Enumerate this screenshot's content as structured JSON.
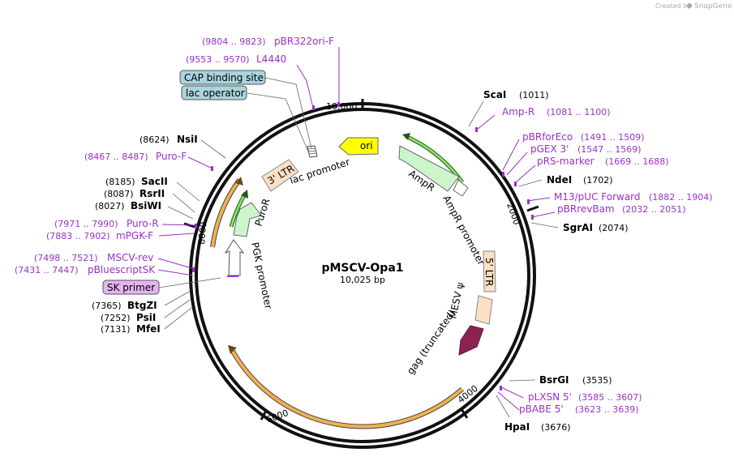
{
  "watermark": {
    "prefix": "Created by",
    "brand": "SnapGene"
  },
  "plasmid": {
    "name": "pMSCV-Opa1",
    "length": "10,025 bp"
  },
  "ticks": [
    "2000",
    "4000",
    "6000",
    "8000",
    "10,000"
  ],
  "enzymes": [
    {
      "name": "ScaI",
      "pos": "(1011)"
    },
    {
      "name": "NdeI",
      "pos": "(1702)"
    },
    {
      "name": "SgrAI",
      "pos": "(2074)"
    },
    {
      "name": "BsrGI",
      "pos": "(3535)"
    },
    {
      "name": "HpaI",
      "pos": "(3676)"
    },
    {
      "name": "MfeI",
      "pos": "(7131)"
    },
    {
      "name": "PsiI",
      "pos": "(7252)"
    },
    {
      "name": "BtgZI",
      "pos": "(7365)"
    },
    {
      "name": "BsiWI",
      "pos": "(8027)"
    },
    {
      "name": "RsrII",
      "pos": "(8087)"
    },
    {
      "name": "SacII",
      "pos": "(8185)"
    },
    {
      "name": "NsiI",
      "pos": "(8624)"
    }
  ],
  "primers": [
    {
      "name": "pBR322ori-F",
      "pos": "(9804 .. 9823)"
    },
    {
      "name": "L4440",
      "pos": "(9553 .. 9570)"
    },
    {
      "name": "Amp-R",
      "pos": "(1081 .. 1100)"
    },
    {
      "name": "pBRforEco",
      "pos": "(1491 .. 1509)"
    },
    {
      "name": "pGEX 3'",
      "pos": "(1547 .. 1569)"
    },
    {
      "name": "pRS-marker",
      "pos": "(1669 .. 1688)"
    },
    {
      "name": "M13/pUC Forward",
      "pos": "(1882 .. 1904)"
    },
    {
      "name": "pBRrevBam",
      "pos": "(2032 .. 2051)"
    },
    {
      "name": "pLXSN 5'",
      "pos": "(3585 .. 3607)"
    },
    {
      "name": "pBABE 5'",
      "pos": "(3623 .. 3639)"
    },
    {
      "name": "Puro-F",
      "pos": "(8467 .. 8487)"
    },
    {
      "name": "Puro-R",
      "pos": "(7971 .. 7990)"
    },
    {
      "name": "mPGK-F",
      "pos": "(7883 .. 7902)"
    },
    {
      "name": "MSCV-rev",
      "pos": "(7498 .. 7521)"
    },
    {
      "name": "pBluescriptSK",
      "pos": "(7431 .. 7447)"
    }
  ],
  "boxed_features": [
    {
      "name": "CAP binding site",
      "color": "#a8d4de"
    },
    {
      "name": "lac operator",
      "color": "#a8d4de"
    },
    {
      "name": "SK primer",
      "color": "#e4b5f0"
    }
  ],
  "features": {
    "ori": "ori",
    "ampr": "AmpR",
    "ampr_promoter": "AmpR promoter",
    "lac_promoter": "lac promoter",
    "ltr3": "3' LTR",
    "ltr5": "5' LTR",
    "puror": "PuroR",
    "pgk": "PGK promoter",
    "mesv": "MESV ψ",
    "gag": "gag (truncated)"
  },
  "colors": {
    "ori": "#ffff00",
    "ampr": "#ccf5cc",
    "ltr": "#fce0c4",
    "gag": "#8b2252",
    "orf": "#f0b050",
    "primer": "#9b30c8"
  }
}
